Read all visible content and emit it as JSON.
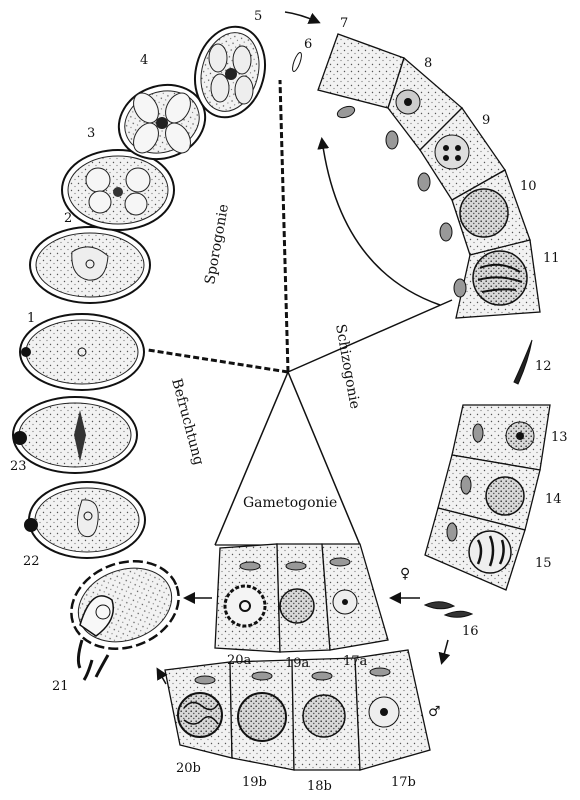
{
  "phase_labels": {
    "sporogonie": "Sporogonie",
    "schizogonie": "Schizogonie",
    "gametogonie": "Gametogonie",
    "befruchtung": "Befruchtung"
  },
  "sex_symbols": {
    "female": "♀",
    "male": "♂"
  },
  "stage_numbers": {
    "s1": "1",
    "s2": "2",
    "s3": "3",
    "s4": "4",
    "s5": "5",
    "s6": "6",
    "s7": "7",
    "s8": "8",
    "s9": "9",
    "s10": "10",
    "s11": "11",
    "s12": "12",
    "s13": "13",
    "s14": "14",
    "s15": "15",
    "s16": "16",
    "s17a": "17a",
    "s19a": "19a",
    "s20a": "20a",
    "s17b": "17b",
    "s18b": "18b",
    "s19b": "19b",
    "s20b": "20b",
    "s21": "21",
    "s22": "22",
    "s23": "23"
  }
}
